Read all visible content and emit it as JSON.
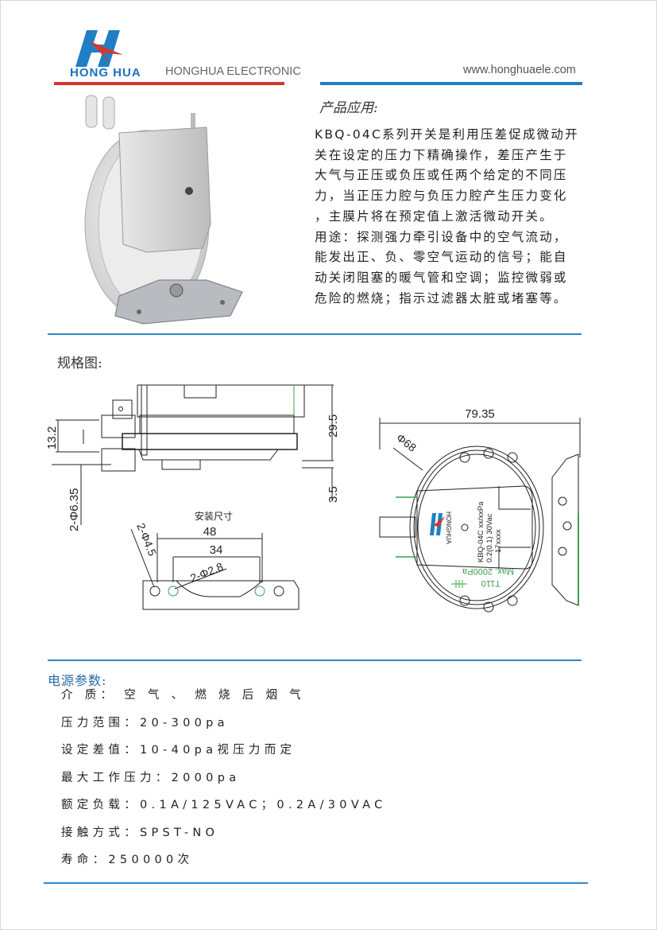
{
  "header": {
    "logo_text": "HONG HUA",
    "company": "HONGHUA ELECTRONIC",
    "website": "www.honghuaele.com"
  },
  "application": {
    "title": "产品应用:",
    "lines": [
      "KBQ-04C系列开关是利用压差促成微动开",
      "关在设定的压力下精确操作，差压产生于",
      "大气与正压或负压或任两个给定的不同压",
      "力，当正压力腔与负压力腔产生压力变化",
      "，主膜片将在预定值上激活微动开关。",
      "用途：探测强力牵引设备中的空气流动，",
      "能发出正、负、零空气运动的信号；能自",
      "动关闭阻塞的暖气管和空调；监控微弱或",
      "危险的燃烧；指示过滤器太脏或堵塞等。"
    ]
  },
  "drawing": {
    "title": "规格图:",
    "side_view": {
      "dim_height": "29.5",
      "dim_bracket": "3.5",
      "dim_port_spacing": "13.2",
      "dim_ports": "2-Φ6.35"
    },
    "mount": {
      "title": "安装尺寸",
      "dim_outer": "48",
      "dim_inner": "34",
      "hole_large": "2-Φ4.5",
      "hole_small": "2-Φ2.8"
    },
    "top_view": {
      "dim_width": "79.35",
      "dim_diameter": "Φ68",
      "label_brand": "HONGHUA",
      "label_model": "KBQ-04C  xx/xxPa",
      "label_rating": "0.2(0.1)  30Vac",
      "label_code": "17xxxx",
      "label_max": "Max. 2000Pa",
      "label_temp": "T110"
    }
  },
  "specs": {
    "title": "电源参数:",
    "items": [
      "介 质： 空 气 、 燃 烧 后 烟 气",
      "压力范围：20-300pa",
      "设定差值：10-40pa视压力而定",
      "最大工作压力：2000pa",
      "额定负载：0.1A/125VAC；0.2A/30VAC",
      "接触方式：SPST-NO",
      "寿命：250000次"
    ]
  },
  "colors": {
    "brand_blue": "#1f7fc4",
    "brand_red": "#d9342b",
    "accent_green": "#3aa04a"
  }
}
